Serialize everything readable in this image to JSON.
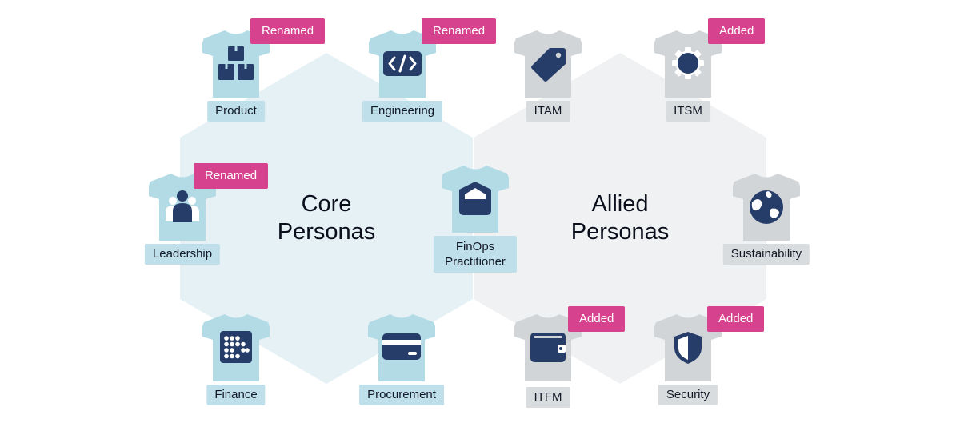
{
  "colors": {
    "core_hex": "#e6f1f6",
    "allied_hex": "#eff1f2",
    "core_shirt": "#b3dbe6",
    "allied_shirt": "#d2d5d8",
    "icon": "#263d6a",
    "tag": "#d6428e"
  },
  "groups": {
    "core": {
      "title_line1": "Core",
      "title_line2": "Personas"
    },
    "allied": {
      "title_line1": "Allied",
      "title_line2": "Personas"
    }
  },
  "personas": {
    "product": {
      "label": "Product",
      "tag": "Renamed",
      "icon": "boxes-icon",
      "group": "core"
    },
    "engineering": {
      "label": "Engineering",
      "tag": "Renamed",
      "icon": "code-icon",
      "group": "core"
    },
    "leadership": {
      "label": "Leadership",
      "tag": "Renamed",
      "icon": "people-icon",
      "group": "core"
    },
    "finance": {
      "label": "Finance",
      "tag": "",
      "icon": "abacus-icon",
      "group": "core"
    },
    "procurement": {
      "label": "Procurement",
      "tag": "",
      "icon": "credit-card-icon",
      "group": "core"
    },
    "finops": {
      "label_line1": "FinOps",
      "label_line2": "Practitioner",
      "tag": "",
      "icon": "finops-icon",
      "group": "core"
    },
    "itam": {
      "label": "ITAM",
      "tag": "",
      "icon": "price-tag-icon",
      "group": "allied"
    },
    "itsm": {
      "label": "ITSM",
      "tag": "Added",
      "icon": "gear-icon",
      "group": "allied"
    },
    "sustainability": {
      "label": "Sustainability",
      "tag": "",
      "icon": "globe-icon",
      "group": "allied"
    },
    "itfm": {
      "label": "ITFM",
      "tag": "Added",
      "icon": "wallet-icon",
      "group": "allied"
    },
    "security": {
      "label": "Security",
      "tag": "Added",
      "icon": "shield-icon",
      "group": "allied"
    }
  }
}
